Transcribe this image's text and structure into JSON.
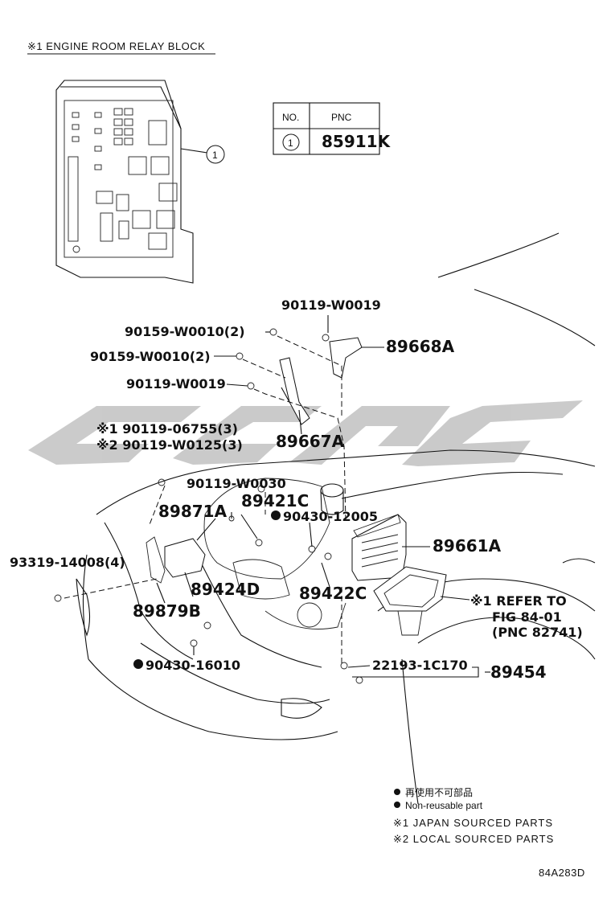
{
  "header_note": "※1 ENGINE ROOM RELAY BLOCK",
  "pnc_table": {
    "col_no": "NO.",
    "col_pnc": "PNC",
    "row_no": "1",
    "row_pnc": "85911K"
  },
  "callout_relay": "1",
  "parts": {
    "p90119_w0019_top": "90119-W0019",
    "p90159_a": "90159-W0010(2)",
    "p89668a": "89668A",
    "p90159_b": "90159-W0010(2)",
    "p90119_w0019_mid": "90119-W0019",
    "p90119_06755": "※1 90119-06755(3)",
    "p90119_w0125": "※2 90119-W0125(3)",
    "p89667a": "89667A",
    "p90119_w0030": "90119-W0030",
    "p89421c": "89421C",
    "p89871a": "89871A",
    "p90430_12005": "90430-12005",
    "p89661a": "89661A",
    "p93319": "93319-14008(4)",
    "p89424d": "89424D",
    "p89422c": "89422C",
    "refer_1": "※1 REFER TO",
    "refer_2": "FIG 84-01",
    "refer_3": "(PNC 82741)",
    "p89879b": "89879B",
    "p90430_16010": "90430-16010",
    "p22193": "22193-1C170",
    "p89454": "89454"
  },
  "legend": {
    "jp": "再使用不可部品",
    "en": "Non-reusable part",
    "note1": "※1 JAPAN SOURCED PARTS",
    "note2": "※2 LOCAL SOURCED PARTS"
  },
  "figure_code": "84A283D",
  "watermark_color": "#c8c8c8",
  "line_color": "#111111"
}
